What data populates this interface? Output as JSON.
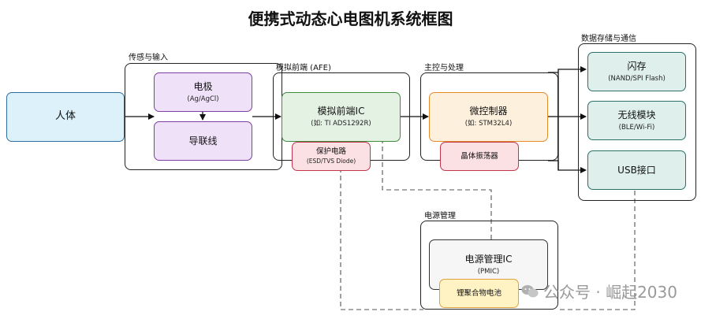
{
  "title": "便携式动态心电图机系统框图",
  "groups": {
    "sensing": "传感与输入",
    "afe": "模拟前端 (AFE)",
    "main": "主控与处理",
    "storage": "数据存储与通信",
    "power": "电源管理"
  },
  "nodes": {
    "body": {
      "main": "人体"
    },
    "electrode": {
      "main": "电极",
      "sub": "(Ag/AgCl)"
    },
    "lead": {
      "main": "导联线"
    },
    "afe_ic": {
      "main": "模拟前端IC",
      "sub": "(如: TI ADS1292R)"
    },
    "protect": {
      "main": "保护电路",
      "sub": "(ESD/TVS Diode)"
    },
    "mcu": {
      "main": "微控制器",
      "sub": "(如: STM32L4)"
    },
    "crystal": {
      "main": "晶体振荡器"
    },
    "flash": {
      "main": "闪存",
      "sub": "(NAND/SPI Flash)"
    },
    "wireless": {
      "main": "无线模块",
      "sub": "(BLE/Wi-Fi)"
    },
    "usb": {
      "main": "USB接口"
    },
    "pmic": {
      "main": "电源管理IC",
      "sub": "(PMIC)"
    },
    "battery": {
      "main": "锂聚合物电池"
    }
  },
  "watermark": "公众号 · 崛起2030",
  "colors": {
    "purple": "#7b3fa5",
    "green": "#3f8a3f",
    "orange": "#e58a2a",
    "pink": "#c3354b",
    "teal": "#2b6f68",
    "yellow": "#e0a13a",
    "blue": "#2f6e9e"
  }
}
